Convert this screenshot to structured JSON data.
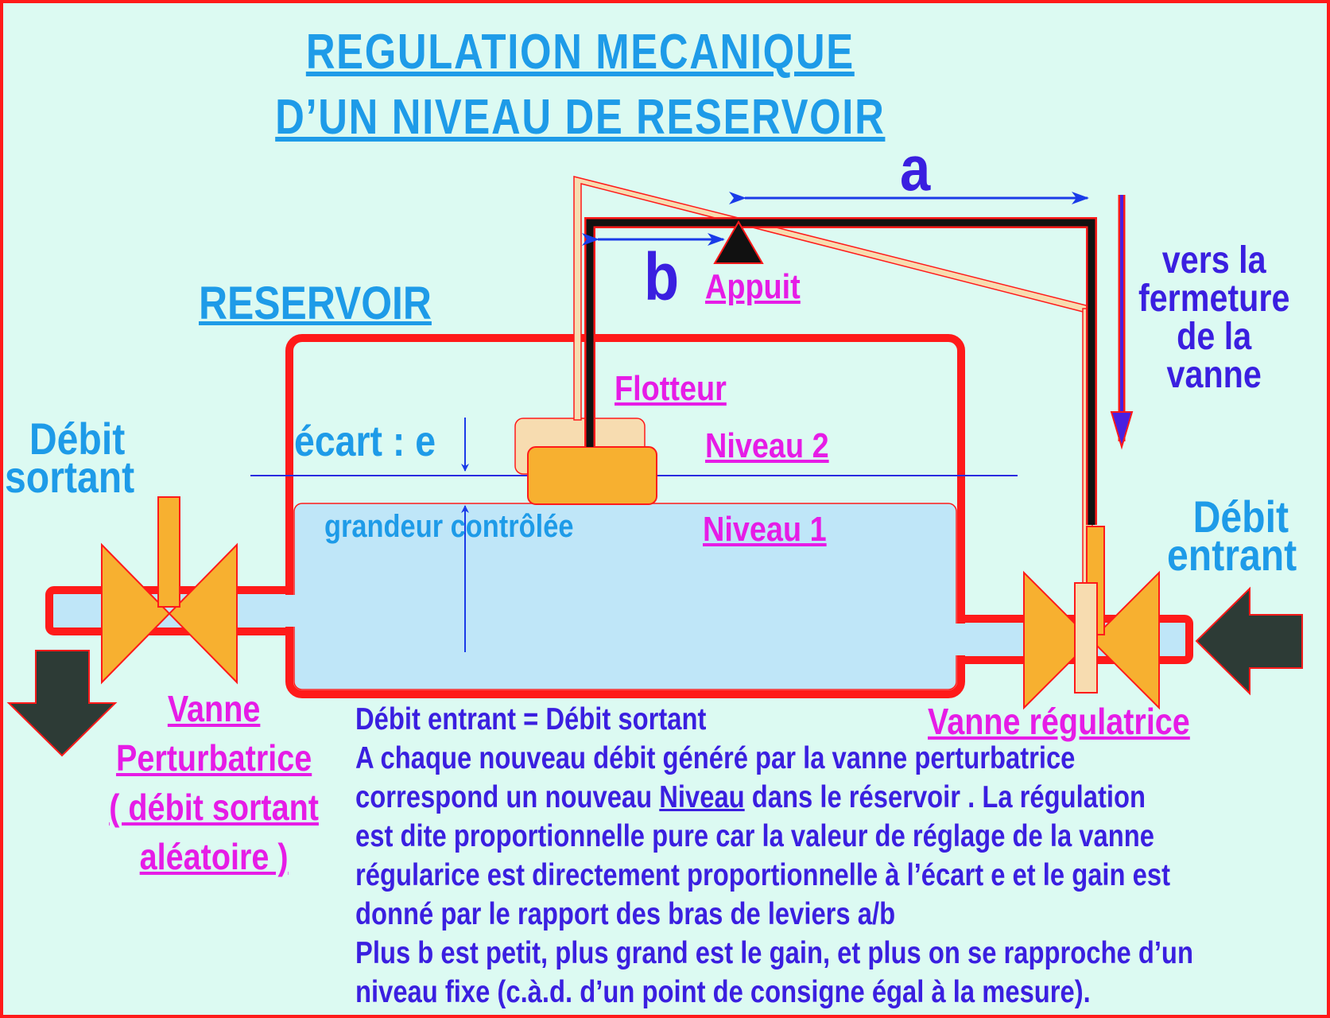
{
  "title": {
    "line1": "REGULATION  MECANIQUE",
    "line2": "D’UN  NIVEAU  DE  RESERVOIR"
  },
  "labels": {
    "reservoir": "RESERVOIR",
    "a": "a",
    "b": "b",
    "appuit": "Appuit",
    "flotteur": "Flotteur",
    "ecart": "écart : e",
    "niveau2": "Niveau  2",
    "niveau1": "Niveau  1",
    "grandeur": "grandeur contrôlée",
    "debit_sortant": [
      "Débit",
      "sortant"
    ],
    "debit_entrant": [
      "Débit",
      "entrant"
    ],
    "vers_fermeture": [
      "vers la",
      "fermeture",
      "de la",
      "vanne"
    ],
    "vanne_perturbatrice": [
      "Vanne",
      "Perturbatrice",
      "( débit sortant",
      "aléatoire )"
    ],
    "vanne_regulatrice": "Vanne régulatrice"
  },
  "explanation": {
    "line1": "Débit entrant = Débit sortant",
    "line2": "A chaque nouveau débit généré par la vanne perturbatrice",
    "line3_pre": "correspond un nouveau ",
    "line3_word": "Niveau",
    "line3_post": " dans le réservoir . La régulation",
    "line4": "est dite proportionnelle pure car la valeur de réglage de la vanne",
    "line5": "régularice est directement proportionnelle à l’écart e et le gain est",
    "line6": "donné par le rapport des bras de leviers a/b",
    "line7": "Plus b est petit, plus grand est le gain, et plus on se rapproche d’un",
    "line8": "niveau fixe (c.à.d. d’un point de consigne égal à la mesure)."
  },
  "colors": {
    "background": "#dcfaf2",
    "border": "#ff1a1a",
    "water": "#bfe6f8",
    "valve": "#f7b030",
    "float_ghost": "#f7dcb0",
    "title_blue": "#1e9be8",
    "magenta": "#e61ce6",
    "violet": "#3a1fe0",
    "flow_arrow": "#2d3b36"
  }
}
